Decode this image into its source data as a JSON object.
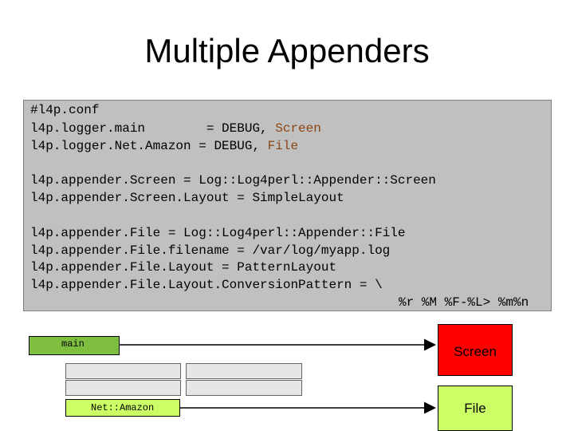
{
  "slide": {
    "title": "Multiple Appenders"
  },
  "code": {
    "line1": "#l4p.conf",
    "line2_a": "l4p.logger.main        = DEBUG, ",
    "line2_b": "Screen",
    "line3_a": "l4p.logger.Net.Amazon = DEBUG, ",
    "line3_b": "File",
    "line4": "l4p.appender.Screen = Log::Log4perl::Appender::Screen",
    "line5": "l4p.appender.Screen.Layout = SimpleLayout",
    "line6": "l4p.appender.File = Log::Log4perl::Appender::File",
    "line7": "l4p.appender.File.filename = /var/log/myapp.log",
    "line8": "l4p.appender.File.Layout = PatternLayout",
    "line9": "l4p.appender.File.Layout.ConversionPattern = \\",
    "line10": "%r %M %F-%L> %m%n"
  },
  "diagram": {
    "logger_main": "main",
    "logger_amazon": "Net::Amazon",
    "appender_screen": "Screen",
    "appender_file": "File"
  },
  "colors": {
    "code_bg": "#c0c0c0",
    "logger_main": "#7fbf3f",
    "logger_amazon": "#ccff66",
    "screen": "#ff0000",
    "file": "#ccff66"
  }
}
